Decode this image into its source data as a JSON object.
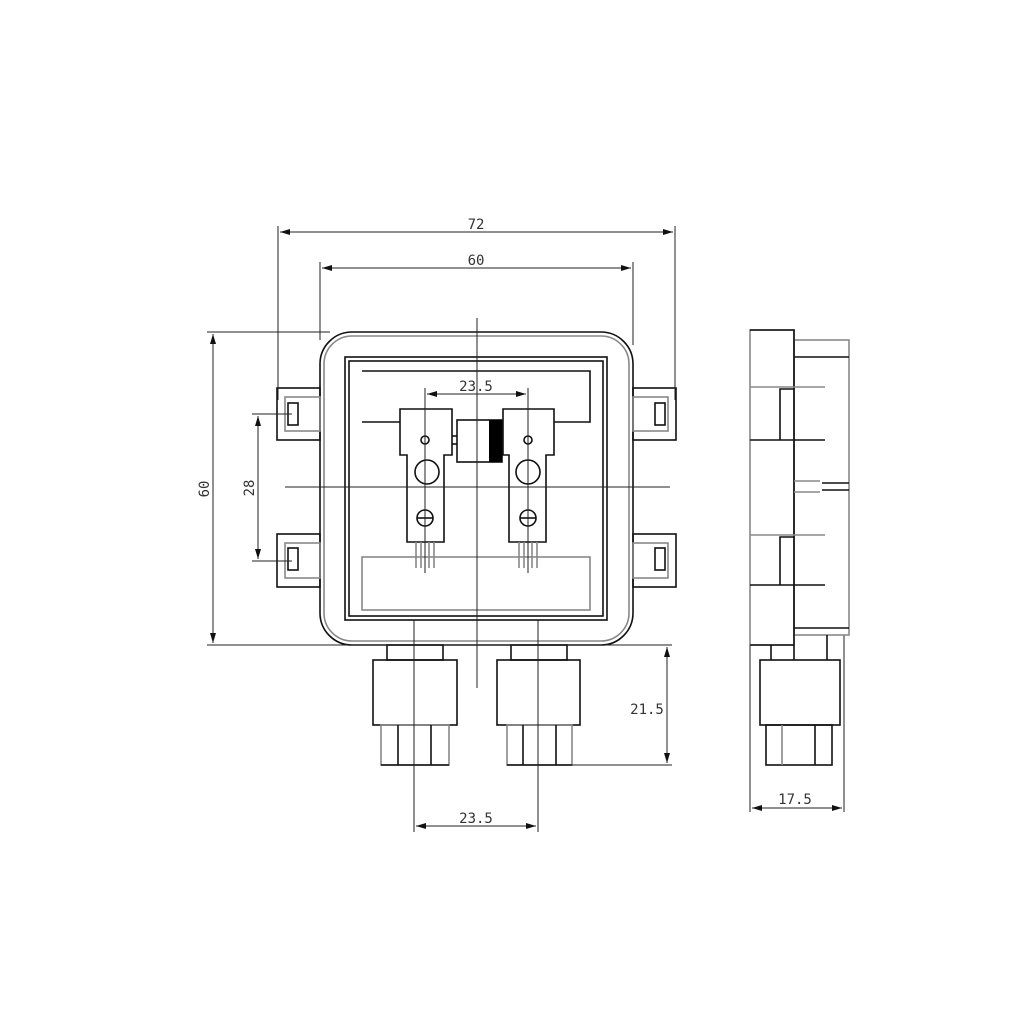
{
  "drawing": {
    "title": "Junction box dimension drawing",
    "dimensions": {
      "overall_width_with_tabs": "72",
      "body_width": "60",
      "body_height": "60",
      "tab_spacing": "28",
      "terminal_spacing": "23.5",
      "gland_spacing": "23.5",
      "gland_height": "21.5",
      "side_depth": "17.5"
    },
    "colors": {
      "line": "#111111",
      "secondary_line": "#888888",
      "diode_band": "#000000"
    }
  }
}
